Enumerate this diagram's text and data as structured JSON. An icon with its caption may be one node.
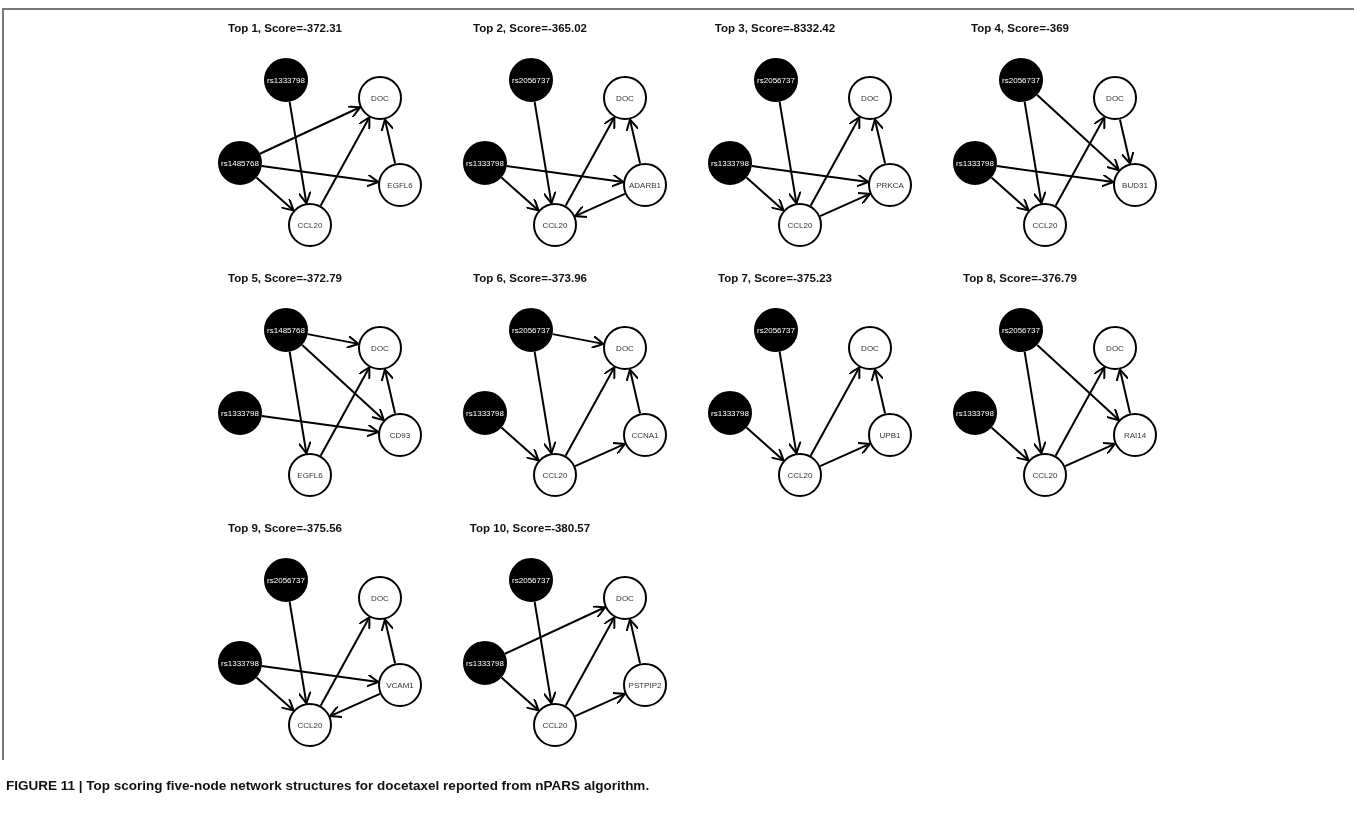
{
  "diagram": {
    "caption": "FIGURE 11 | Top scoring five-node network structures for docetaxel reported from nPARS algorithm.",
    "nodes": [
      {
        "text": [
          "rs1333798"
        ]
      },
      {
        "text": [
          "DOC"
        ]
      },
      {
        "text": [
          "rs1485768"
        ]
      },
      {
        "text": [
          "EGFL6"
        ]
      },
      {
        "text": [
          "CCL20"
        ]
      },
      {
        "text": [
          "rs2056737"
        ]
      },
      {
        "text": [
          "DOC"
        ]
      },
      {
        "text": [
          "rs1333798"
        ]
      },
      {
        "text": [
          "ADARB1"
        ]
      },
      {
        "text": [
          "CCL20"
        ]
      },
      {
        "text": [
          "rs2056737"
        ]
      },
      {
        "text": [
          "DOC"
        ]
      },
      {
        "text": [
          "rs1333798"
        ]
      },
      {
        "text": [
          "PRKCA"
        ]
      },
      {
        "text": [
          "CCL20"
        ]
      },
      {
        "text": [
          "rs2056737"
        ]
      },
      {
        "text": [
          "DOC"
        ]
      },
      {
        "text": [
          "rs1333798"
        ]
      },
      {
        "text": [
          "BUD31"
        ]
      },
      {
        "text": [
          "CCL20"
        ]
      },
      {
        "text": [
          "rs1485768"
        ]
      },
      {
        "text": [
          "DOC"
        ]
      },
      {
        "text": [
          "rs1333798"
        ]
      },
      {
        "text": [
          "CD93"
        ]
      },
      {
        "text": [
          "EGFL6"
        ]
      },
      {
        "text": [
          "rs2056737"
        ]
      },
      {
        "text": [
          "DOC"
        ]
      },
      {
        "text": [
          "rs1333798"
        ]
      },
      {
        "text": [
          "CCNA1"
        ]
      },
      {
        "text": [
          "CCL20"
        ]
      },
      {
        "text": [
          "rs2056737"
        ]
      },
      {
        "text": [
          "DOC"
        ]
      },
      {
        "text": [
          "rs1333798"
        ]
      },
      {
        "text": [
          "UPB1"
        ]
      },
      {
        "text": [
          "CCL20"
        ]
      },
      {
        "text": [
          "rs2056737"
        ]
      },
      {
        "text": [
          "DOC"
        ]
      },
      {
        "text": [
          "rs1333798"
        ]
      },
      {
        "text": [
          "RAI14"
        ]
      },
      {
        "text": [
          "CCL20"
        ]
      },
      {
        "text": [
          "rs2056737"
        ]
      },
      {
        "text": [
          "DOC"
        ]
      },
      {
        "text": [
          "rs1333798"
        ]
      },
      {
        "text": [
          "VCAM1"
        ]
      },
      {
        "text": [
          "CCL20"
        ]
      },
      {
        "text": [
          "rs2056737"
        ]
      },
      {
        "text": [
          "DOC"
        ]
      },
      {
        "text": [
          "rs1333798"
        ]
      },
      {
        "text": [
          "PSTPIP2"
        ]
      },
      {
        "text": [
          "CCL20"
        ]
      }
    ],
    "edges": [
      {
        "from": 0,
        "to": 4,
        "arrow": "to"
      },
      {
        "from": 2,
        "to": 1,
        "arrow": "to"
      },
      {
        "from": 2,
        "to": 3,
        "arrow": "to"
      },
      {
        "from": 2,
        "to": 4,
        "arrow": "to"
      },
      {
        "from": 4,
        "to": 1,
        "arrow": "to"
      },
      {
        "from": 3,
        "to": 1,
        "arrow": "to"
      },
      {
        "from": 5,
        "to": 9,
        "arrow": "to"
      },
      {
        "from": 7,
        "to": 8,
        "arrow": "to"
      },
      {
        "from": 7,
        "to": 9,
        "arrow": "to"
      },
      {
        "from": 9,
        "to": 6,
        "arrow": "to"
      },
      {
        "from": 8,
        "to": 6,
        "arrow": "to"
      },
      {
        "from": 8,
        "to": 9,
        "arrow": "to"
      },
      {
        "from": 10,
        "to": 14,
        "arrow": "to"
      },
      {
        "from": 12,
        "to": 13,
        "arrow": "to"
      },
      {
        "from": 12,
        "to": 14,
        "arrow": "to"
      },
      {
        "from": 14,
        "to": 11,
        "arrow": "to"
      },
      {
        "from": 14,
        "to": 13,
        "arrow": "to"
      },
      {
        "from": 13,
        "to": 11,
        "arrow": "to"
      },
      {
        "from": 15,
        "to": 19,
        "arrow": "to"
      },
      {
        "from": 15,
        "to": 18,
        "arrow": "to"
      },
      {
        "from": 17,
        "to": 18,
        "arrow": "to"
      },
      {
        "from": 17,
        "to": 19,
        "arrow": "to"
      },
      {
        "from": 19,
        "to": 16,
        "arrow": "to"
      },
      {
        "from": 16,
        "to": 18,
        "arrow": "to"
      },
      {
        "from": 20,
        "to": 21,
        "arrow": "to"
      },
      {
        "from": 20,
        "to": 23,
        "arrow": "to"
      },
      {
        "from": 20,
        "to": 24,
        "arrow": "to"
      },
      {
        "from": 22,
        "to": 23,
        "arrow": "to"
      },
      {
        "from": 24,
        "to": 21,
        "arrow": "to"
      },
      {
        "from": 23,
        "to": 21,
        "arrow": "to"
      },
      {
        "from": 25,
        "to": 26,
        "arrow": "to"
      },
      {
        "from": 25,
        "to": 29,
        "arrow": "to"
      },
      {
        "from": 27,
        "to": 29,
        "arrow": "to"
      },
      {
        "from": 29,
        "to": 26,
        "arrow": "to"
      },
      {
        "from": 29,
        "to": 28,
        "arrow": "to"
      },
      {
        "from": 28,
        "to": 26,
        "arrow": "to"
      },
      {
        "from": 30,
        "to": 34,
        "arrow": "to"
      },
      {
        "from": 32,
        "to": 34,
        "arrow": "to"
      },
      {
        "from": 34,
        "to": 31,
        "arrow": "to"
      },
      {
        "from": 34,
        "to": 33,
        "arrow": "to"
      },
      {
        "from": 33,
        "to": 31,
        "arrow": "to"
      },
      {
        "from": 35,
        "to": 39,
        "arrow": "to"
      },
      {
        "from": 35,
        "to": 38,
        "arrow": "to"
      },
      {
        "from": 37,
        "to": 39,
        "arrow": "to"
      },
      {
        "from": 39,
        "to": 36,
        "arrow": "to"
      },
      {
        "from": 39,
        "to": 38,
        "arrow": "to"
      },
      {
        "from": 38,
        "to": 36,
        "arrow": "to"
      },
      {
        "from": 40,
        "to": 44,
        "arrow": "to"
      },
      {
        "from": 42,
        "to": 43,
        "arrow": "to"
      },
      {
        "from": 42,
        "to": 44,
        "arrow": "to"
      },
      {
        "from": 44,
        "to": 41,
        "arrow": "to"
      },
      {
        "from": 43,
        "to": 41,
        "arrow": "to"
      },
      {
        "from": 43,
        "to": 44,
        "arrow": "to"
      },
      {
        "from": 45,
        "to": 49,
        "arrow": "to"
      },
      {
        "from": 47,
        "to": 46,
        "arrow": "to"
      },
      {
        "from": 47,
        "to": 49,
        "arrow": "to"
      },
      {
        "from": 49,
        "to": 46,
        "arrow": "to"
      },
      {
        "from": 49,
        "to": 48,
        "arrow": "to"
      },
      {
        "from": 48,
        "to": 46,
        "arrow": "to"
      }
    ],
    "labels": [
      "Top 1, Score=-372.31",
      "Top 2, Score=-365.02",
      "Top 3, Score=-8332.42",
      "Top 4, Score=-369",
      "Top 5, Score=-372.79",
      "Top 6, Score=-373.96",
      "Top 7, Score=-375.23",
      "Top 8, Score=-376.79",
      "Top 9, Score=-375.56",
      "Top 10, Score=-380.57"
    ]
  }
}
